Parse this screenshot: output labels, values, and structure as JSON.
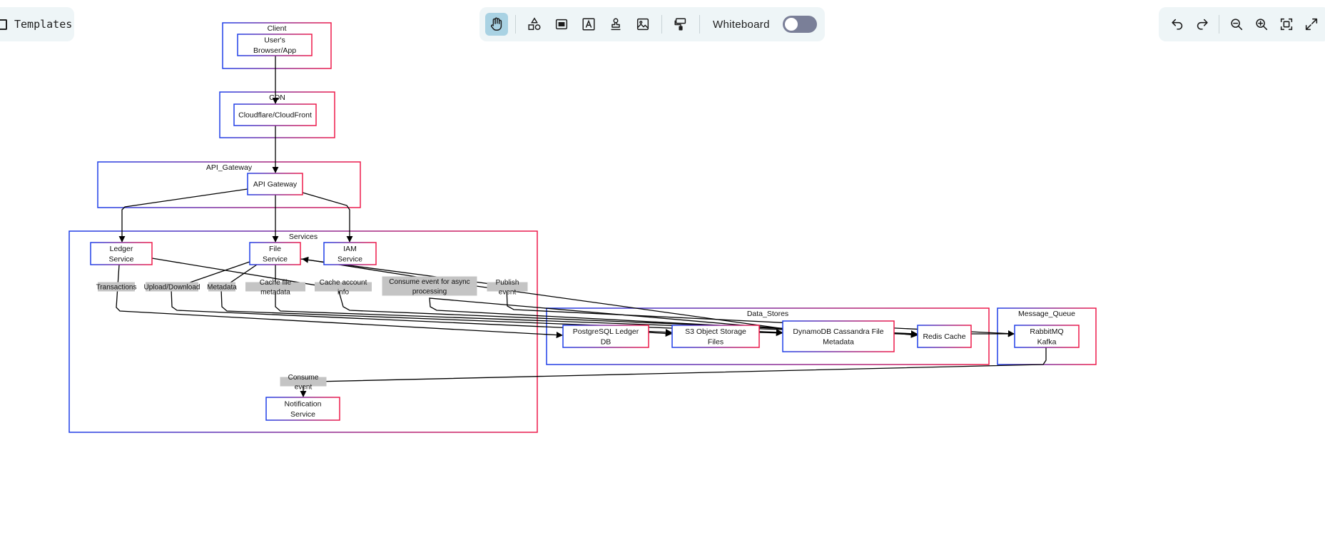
{
  "toolbar_left": {
    "templates_label": "Templates",
    "templates_icon": "template-icon"
  },
  "toolbar_main": {
    "tools": [
      "hand-icon",
      "shapes-icon",
      "rectangle-icon",
      "text-icon",
      "stamp-icon",
      "image-icon",
      "paint-brush-icon"
    ],
    "active_tool": "hand-icon",
    "whiteboard_label": "Whiteboard",
    "whiteboard_on": false
  },
  "toolbar_right": {
    "tools": [
      "undo-icon",
      "redo-icon",
      "zoom-out-icon",
      "zoom-in-icon",
      "fit-screen-icon",
      "fullscreen-icon"
    ]
  },
  "colors": {
    "group_border_start": "#1f3fe8",
    "group_border_end": "#ee1a4a",
    "edge": "#000000",
    "edge_label_bg": "#c4c4c4",
    "toolbar_bg": "#eef5f7",
    "active_tool_bg": "#a9d2e3"
  },
  "diagram": {
    "groups": [
      {
        "id": "client",
        "label": "Client"
      },
      {
        "id": "cdn",
        "label": "CDN"
      },
      {
        "id": "api_gateway",
        "label": "API_Gateway"
      },
      {
        "id": "services",
        "label": "Services"
      },
      {
        "id": "data_stores",
        "label": "Data_Stores"
      },
      {
        "id": "message_queue",
        "label": "Message_Queue"
      }
    ],
    "nodes": [
      {
        "id": "browser",
        "label": "User's Browser/App",
        "group": "client"
      },
      {
        "id": "cloudflare",
        "label": "Cloudflare/CloudFront",
        "group": "cdn"
      },
      {
        "id": "gateway",
        "label": "API Gateway",
        "group": "api_gateway"
      },
      {
        "id": "ledger",
        "label": "Ledger Service",
        "group": "services"
      },
      {
        "id": "file",
        "label": "File Service",
        "group": "services"
      },
      {
        "id": "iam",
        "label": "IAM Service",
        "group": "services"
      },
      {
        "id": "notification",
        "label": "Notification Service",
        "group": "services"
      },
      {
        "id": "postgres",
        "label": "PostgreSQL Ledger DB",
        "group": "data_stores"
      },
      {
        "id": "s3",
        "label": "S3 Object Storage Files",
        "group": "data_stores"
      },
      {
        "id": "dynamo",
        "label": "DynamoDB Cassandra File Metadata",
        "group": "data_stores"
      },
      {
        "id": "redis",
        "label": "Redis Cache",
        "group": "data_stores"
      },
      {
        "id": "rabbit",
        "label": "RabbitMQ Kafka",
        "group": "message_queue"
      }
    ],
    "edges": [
      {
        "from": "browser",
        "to": "cloudflare",
        "label": ""
      },
      {
        "from": "cloudflare",
        "to": "gateway",
        "label": ""
      },
      {
        "from": "gateway",
        "to": "ledger",
        "label": ""
      },
      {
        "from": "gateway",
        "to": "file",
        "label": ""
      },
      {
        "from": "gateway",
        "to": "iam",
        "label": ""
      },
      {
        "from": "ledger",
        "to": "postgres",
        "label": "Transactions"
      },
      {
        "from": "file",
        "to": "s3",
        "label": "Upload/Download"
      },
      {
        "from": "file",
        "to": "dynamo",
        "label": "Metadata"
      },
      {
        "from": "file",
        "to": "redis",
        "label": "Cache file metadata"
      },
      {
        "from": "ledger",
        "to": "redis",
        "label": "Cache account info"
      },
      {
        "from": "rabbit",
        "to": "file",
        "label": "Consume event for async processing"
      },
      {
        "from": "file",
        "to": "rabbit",
        "label": "Publish event"
      },
      {
        "from": "rabbit",
        "to": "notification",
        "label": "Consume event"
      },
      {
        "from": "postgres",
        "to": "s3",
        "label": ""
      },
      {
        "from": "s3",
        "to": "dynamo",
        "label": ""
      },
      {
        "from": "dynamo",
        "to": "redis",
        "label": ""
      },
      {
        "from": "redis",
        "to": "rabbit",
        "label": ""
      }
    ]
  }
}
